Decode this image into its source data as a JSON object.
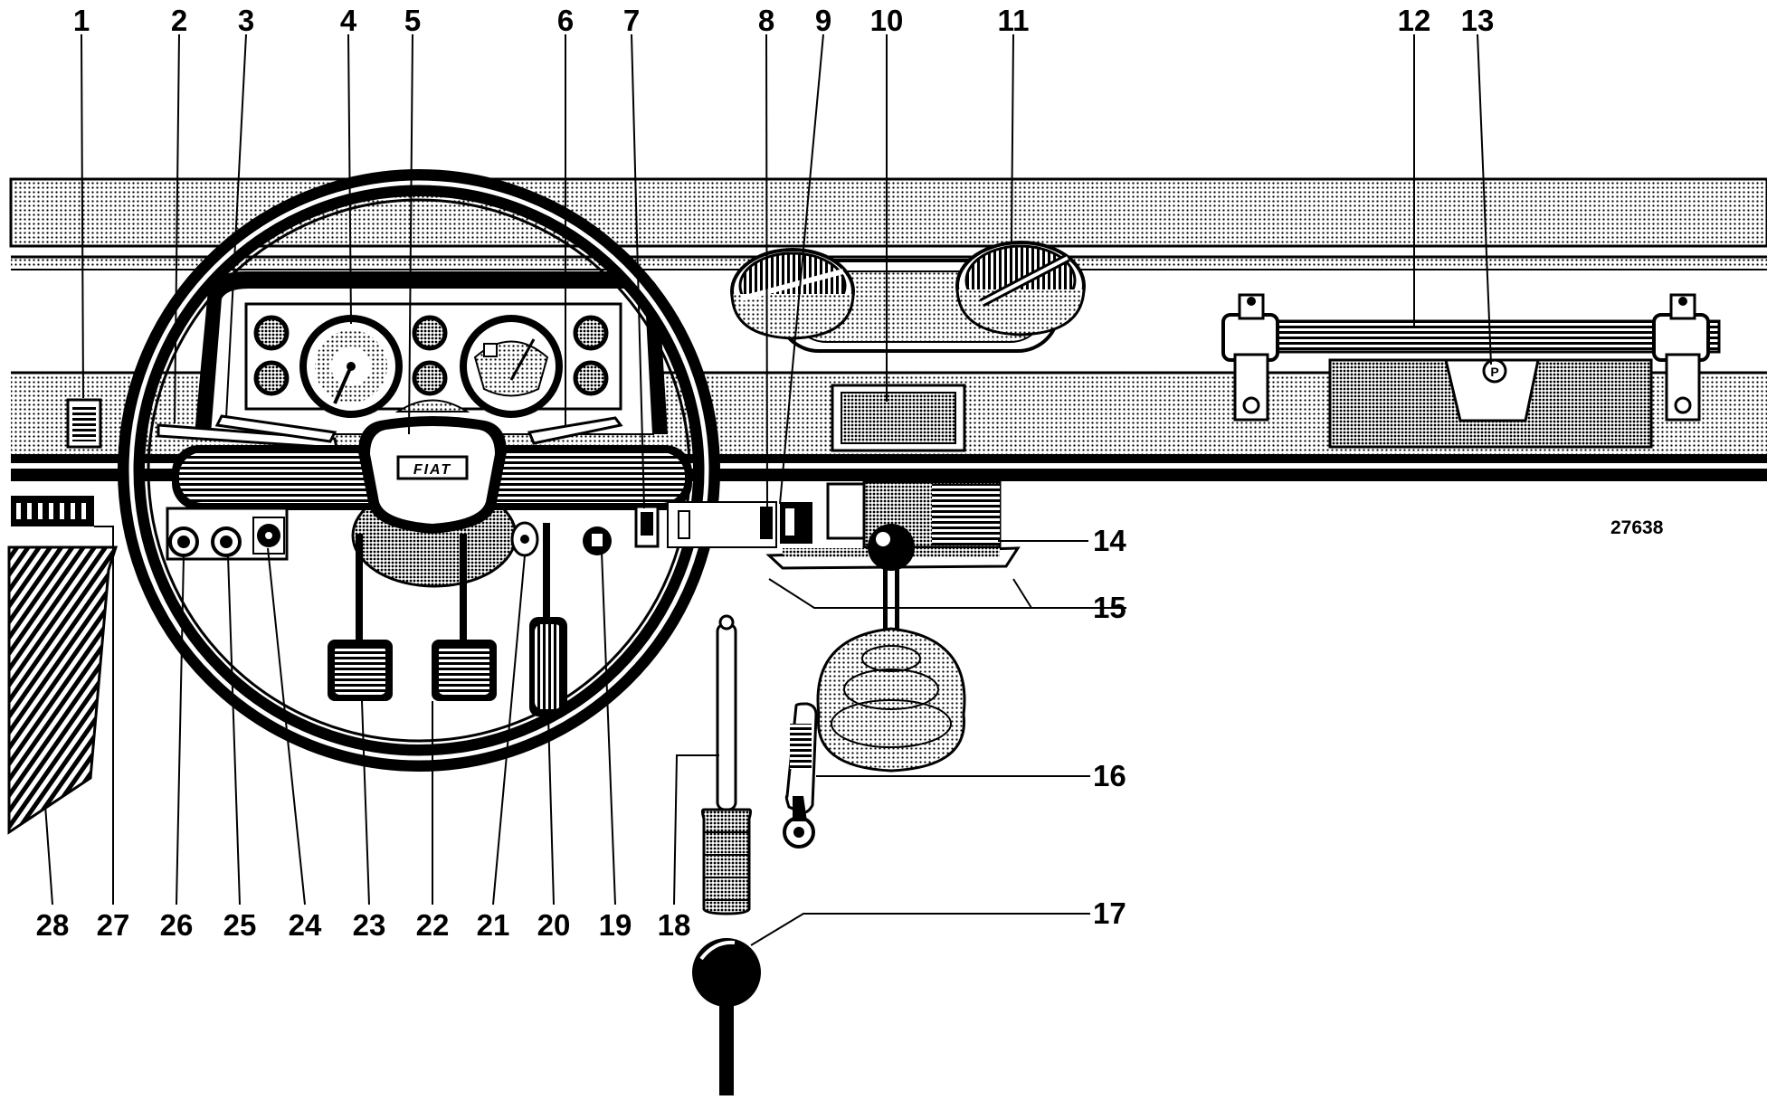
{
  "figure": {
    "reference_number": "27638",
    "badge_text": "FIAT"
  },
  "callouts": [
    {
      "id": "1",
      "label": "1"
    },
    {
      "id": "2",
      "label": "2"
    },
    {
      "id": "3",
      "label": "3"
    },
    {
      "id": "4",
      "label": "4"
    },
    {
      "id": "5",
      "label": "5"
    },
    {
      "id": "6",
      "label": "6"
    },
    {
      "id": "7",
      "label": "7"
    },
    {
      "id": "8",
      "label": "8"
    },
    {
      "id": "9",
      "label": "9"
    },
    {
      "id": "10",
      "label": "10"
    },
    {
      "id": "11",
      "label": "11"
    },
    {
      "id": "12",
      "label": "12"
    },
    {
      "id": "13",
      "label": "13"
    },
    {
      "id": "14",
      "label": "14"
    },
    {
      "id": "15",
      "label": "15"
    },
    {
      "id": "16",
      "label": "16"
    },
    {
      "id": "17",
      "label": "17"
    },
    {
      "id": "18",
      "label": "18"
    },
    {
      "id": "19",
      "label": "19"
    },
    {
      "id": "20",
      "label": "20"
    },
    {
      "id": "21",
      "label": "21"
    },
    {
      "id": "22",
      "label": "22"
    },
    {
      "id": "23",
      "label": "23"
    },
    {
      "id": "24",
      "label": "24"
    },
    {
      "id": "25",
      "label": "25"
    },
    {
      "id": "26",
      "label": "26"
    },
    {
      "id": "27",
      "label": "27"
    },
    {
      "id": "28",
      "label": "28"
    }
  ],
  "colors": {
    "ink": "#000000",
    "paper": "#ffffff"
  }
}
